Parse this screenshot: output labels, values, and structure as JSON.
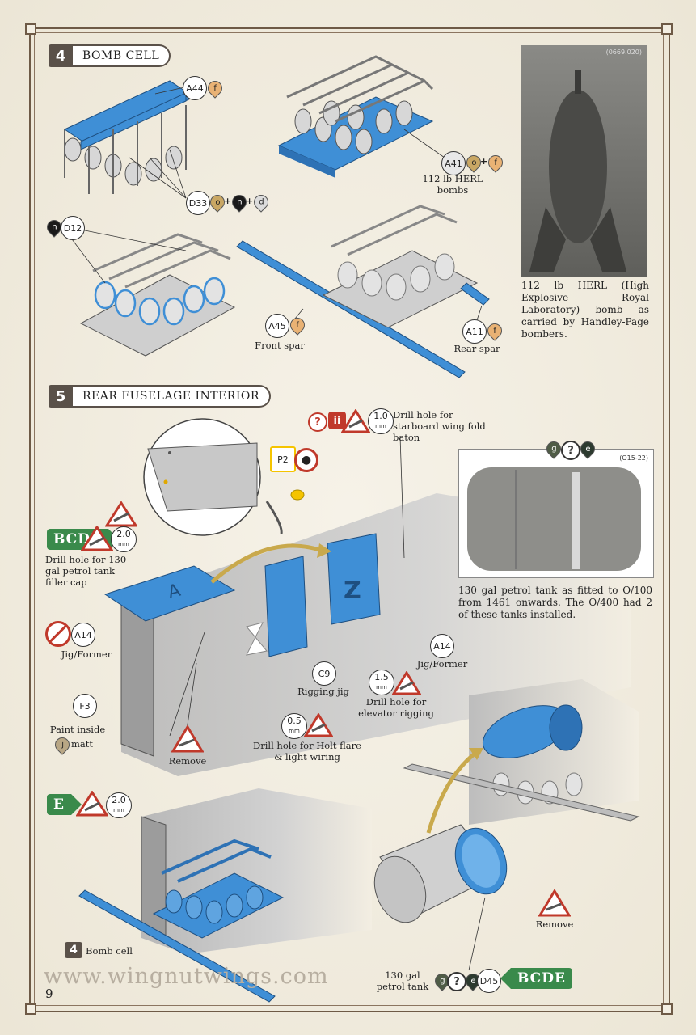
{
  "sections": [
    {
      "number": "4",
      "title": "BOMB CELL"
    },
    {
      "number": "5",
      "title": "REAR FUSELAGE INTERIOR"
    }
  ],
  "bomb_cell": {
    "parts": {
      "a44": {
        "id": "A44",
        "paint": "f"
      },
      "d33": {
        "id": "D33",
        "paints": [
          "o",
          "n",
          "d"
        ]
      },
      "a41": {
        "id": "A41",
        "paints": [
          "o",
          "f"
        ]
      },
      "d12": {
        "id": "D12",
        "paint": "n"
      },
      "a45": {
        "id": "A45",
        "paint": "f"
      },
      "a11": {
        "id": "A11",
        "paint": "f"
      }
    },
    "labels": {
      "bombs": "112 lb HERL bombs",
      "front_spar": "Front spar",
      "rear_spar": "Rear spar"
    },
    "photo": {
      "id": "(0669.020)",
      "caption": "112 lb HERL (High Explosive Royal Laboratory) bomb as carried by Handley-Page bombers."
    }
  },
  "rear_fuselage": {
    "top_drill": {
      "size": "1.0",
      "unit": "mm",
      "question": "?",
      "code": "ii",
      "label": "Drill hole for starboard wing fold baton"
    },
    "p2": {
      "id": "P2"
    },
    "filler_cap": {
      "variants": "BCDE",
      "size": "2.0",
      "unit": "mm",
      "label": "Drill hole for 130 gal petrol tank filler cap"
    },
    "a14_left": {
      "id": "A14",
      "label": "Jig/Former"
    },
    "a14_right": {
      "id": "A14",
      "label": "Jig/Former"
    },
    "c9": {
      "id": "C9",
      "label": "Rigging jig"
    },
    "f3": {
      "id": "F3",
      "label": "Paint inside",
      "paint": "j",
      "finish": "matt"
    },
    "remove_label": "Remove",
    "holt_drill": {
      "size": "0.5",
      "unit": "mm",
      "label": "Drill hole for Holt flare & light wiring"
    },
    "elevator_drill": {
      "size": "1.5",
      "unit": "mm",
      "label": "Drill hole for elevator rigging"
    },
    "tank_photo": {
      "id": "(O15-22)",
      "paints": [
        "g",
        "?",
        "e"
      ],
      "caption": "130 gal petrol tank as fitted to O/100 from 1461 onwards. The O/400 had 2 of these tanks installed."
    },
    "bottom_left": {
      "variants": "E",
      "size": "2.0",
      "unit": "mm",
      "step_ref": "4",
      "step_label": "Bomb cell"
    },
    "tank_part": {
      "id": "D45",
      "label": "130 gal petrol tank",
      "paints": [
        "g",
        "?",
        "e"
      ],
      "variants": "BCDE"
    },
    "remove_right": "Remove"
  },
  "footer": {
    "website": "www.wingnutwings.com",
    "page": "9"
  },
  "colors": {
    "part_blue": "#3f8fd6",
    "grey_part": "#bdbdbd",
    "frame": "#6e5a46",
    "variant_green": "#3a8a4b",
    "warning_red": "#c0392b"
  }
}
